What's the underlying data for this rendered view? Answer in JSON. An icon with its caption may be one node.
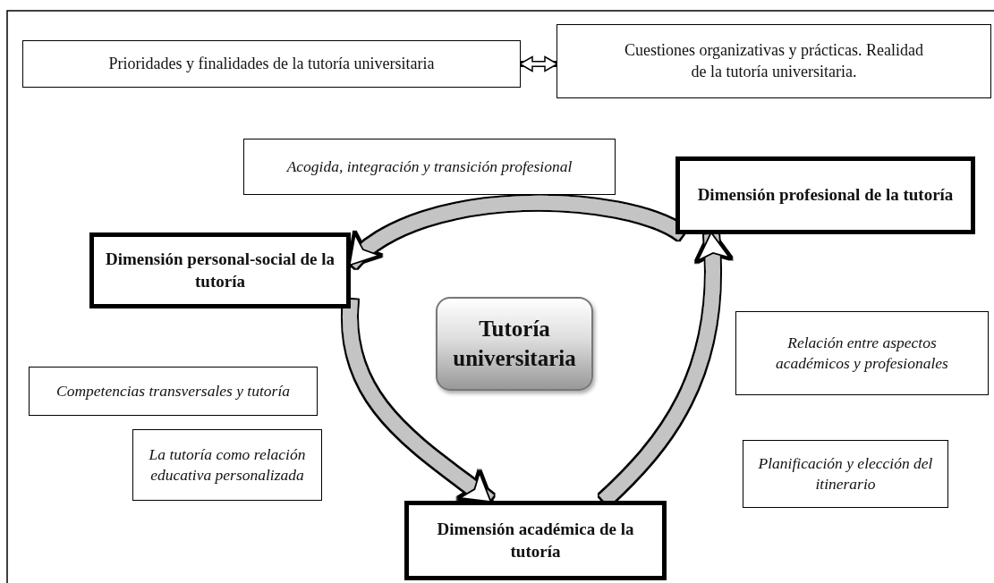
{
  "diagram": {
    "nodes": [
      {
        "text": [
          "Prioridades y finalidades de la tutoría universitaria"
        ]
      },
      {
        "text": [
          "Cuestiones organizativas y prácticas. Realidad de la tutoría universitaria."
        ]
      },
      {
        "text": [
          "Acogida, integración y transición profesional"
        ]
      },
      {
        "text": [
          "Dimensión profesional de la tutoría"
        ]
      },
      {
        "text": [
          "Dimensión personal-social de la tutoría"
        ]
      },
      {
        "text": [
          "Tutoría universitaria"
        ]
      },
      {
        "text": [
          "Relación entre aspectos académicos y profesionales"
        ]
      },
      {
        "text": [
          "Competencias transversales y tutoría"
        ]
      },
      {
        "text": [
          "La tutoría como relación educativa personalizada"
        ]
      },
      {
        "text": [
          "Planificación y elección del itinerario"
        ]
      },
      {
        "text": [
          "Dimensión académica de la tutoría"
        ]
      }
    ],
    "edges": [
      {
        "from": 0,
        "to": 1,
        "arrow": "both",
        "color": "#000000"
      },
      {
        "from": 3,
        "to": 4,
        "arrow": "to"
      },
      {
        "from": 4,
        "to": 10,
        "arrow": "to"
      },
      {
        "from": 10,
        "to": 3,
        "arrow": "to"
      }
    ]
  }
}
